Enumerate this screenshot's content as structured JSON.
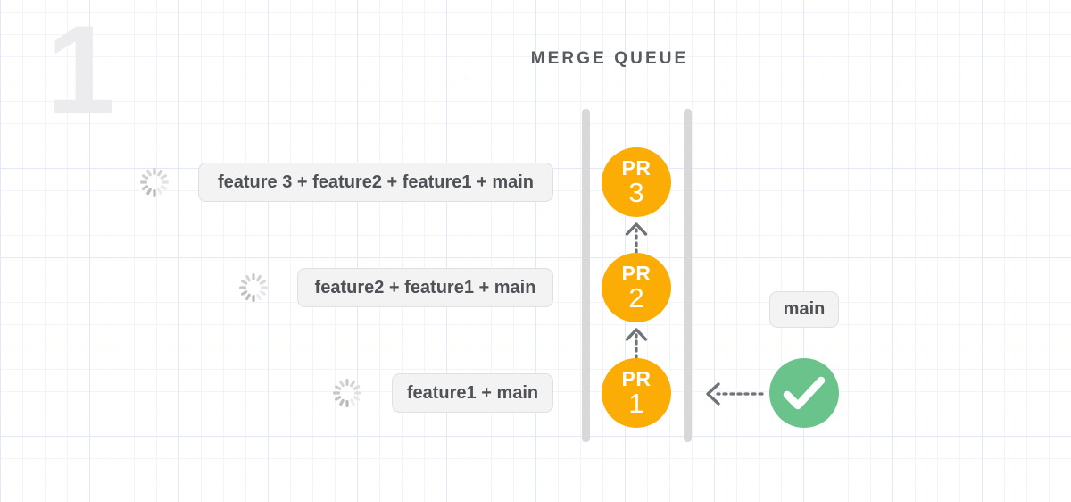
{
  "step": {
    "number": "1"
  },
  "header": {
    "title": "MERGE QUEUE"
  },
  "colors": {
    "pr_node": "#FBAD05",
    "success": "#6BC38C",
    "rail": "#d8d8d8",
    "chip_bg": "#f3f3f3",
    "chip_text": "#4e5155",
    "step_number": "#ececee",
    "grid_line": "#e4e7f5",
    "arrow": "#6f7377"
  },
  "queue": {
    "nodes": [
      {
        "kind": "PR",
        "number": "3",
        "label": "feature 3 + feature2 + feature1 + main",
        "status_icon": "spinner-icon"
      },
      {
        "kind": "PR",
        "number": "2",
        "label": "feature2 + feature1 + main",
        "status_icon": "spinner-icon"
      },
      {
        "kind": "PR",
        "number": "1",
        "label": "feature1 + main",
        "status_icon": "spinner-icon"
      }
    ],
    "connectors": [
      {
        "name": "arrow-pr2-to-pr3",
        "direction": "up",
        "style": "dashed"
      },
      {
        "name": "arrow-pr1-to-pr2",
        "direction": "up",
        "style": "dashed"
      },
      {
        "name": "arrow-main-to-pr1",
        "direction": "left",
        "style": "dashed"
      }
    ]
  },
  "target": {
    "branch_label": "main",
    "status_icon": "check-circle-icon"
  }
}
